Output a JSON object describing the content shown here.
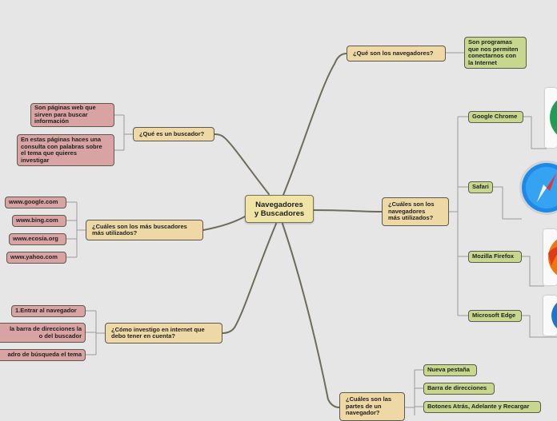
{
  "center": "Navegadores\ny Buscadores",
  "right": {
    "que_son": {
      "label": "¿Qué son los navegadores?",
      "detail": "Son programas\nque nos permiten\nconectarnos con\nla Internet"
    },
    "cuales": {
      "label": "¿Cuáles son los\nnavegadores\nmás utilizados?",
      "items": [
        "Google Chrome",
        "Safari",
        "Mozilla Firefox",
        "Microsoft Edge"
      ]
    },
    "partes": {
      "label": "¿Cuáles son las\npartes de un\nnavegador?",
      "items": [
        "Nueva pestaña",
        "Barra de direcciones",
        "Botones Atrás, Adelante y Recargar"
      ]
    }
  },
  "left": {
    "buscador": {
      "label": "¿Qué es un buscador?",
      "details": [
        "Son páginas web que\nsirven para buscar\ninformación",
        "En estas páginas haces una\nconsulta con palabras sobre\nel tema que quieres\ninvestigar"
      ]
    },
    "mas_usados": {
      "label": "¿Cuáles son los más buscadores\nmás utilizados?",
      "items": [
        "www.google.com",
        "www.bing.com",
        "www.ecosia.org",
        "www.yahoo.com"
      ]
    },
    "investigo": {
      "label": "¿Cómo investigo en internet que\ndebo tener en cuenta?",
      "steps": [
        "1.Entrar al navegador",
        "la barra de direcciones la\no del buscador",
        "adro de búsqueda el tema"
      ]
    }
  },
  "icons": [
    "google-chrome-logo-icon",
    "safari-compass-icon",
    "firefox-logo-icon",
    "edge-logo-icon"
  ],
  "colors": {
    "background": "#e6e6e6",
    "main_topic": "#efe3a6",
    "topic": "#eed9a6",
    "pink_subtopic": "#d9a3a3",
    "green_subtopic": "#c7d78d",
    "main_line": "#6f6b5a",
    "thin_line": "#9a9a9a"
  }
}
